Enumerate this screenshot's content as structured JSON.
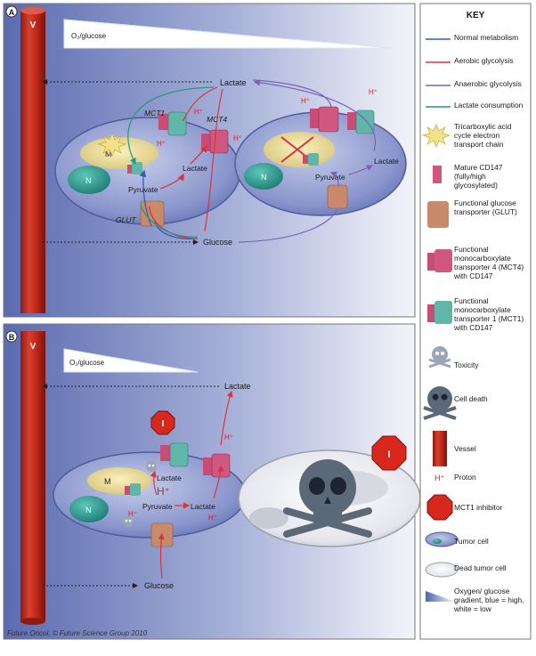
{
  "panelA": {
    "label": "A",
    "vessel_label": "V",
    "gradient_label": "O₂/glucose",
    "lactate_label": "Lactate",
    "mct1_label": "MCT1",
    "mct4_label": "MCT4",
    "proton_label": "H⁺",
    "m_label": "M",
    "n_label": "N",
    "pyruvate_label": "Pyruvate",
    "lactate_inner_label": "Lactate",
    "glut_label": "GLUT",
    "glucose_label": "Glucose"
  },
  "panelB": {
    "label": "B",
    "vessel_label": "V",
    "gradient_label": "O₂/glucose",
    "lactate_label": "Lactate",
    "inhibitor_label": "I",
    "proton_label": "H⁺",
    "m_label": "M",
    "n_label": "N",
    "lactate_inner_label": "Lactate",
    "pyruvate_label": "Pyruvate",
    "lactate_inner2_label": "Lactate",
    "glucose_label": "Glucose",
    "credit": "Future Oncol. © Future Science Group 2010"
  },
  "key": {
    "title": "KEY",
    "items": {
      "normal": "Normal metabolism",
      "aerobic": "Aerobic glycolysis",
      "anaerobic": "Anaerobic glycolysis",
      "lactate_consumption": "Lactate consumption",
      "tca": "Tricarboxylic acid cycle electron transport chain",
      "cd147": "Mature CD147 (fully/high glycosylated)",
      "glut": "Functional glucose transporter (GLUT)",
      "mct4": "Functional monocarboxylate transporter 4 (MCT4) with CD147",
      "mct1": "Functional monocarboxylate transporter 1 (MCT1) with CD147",
      "toxicity": "Toxicity",
      "cell_death": "Cell death",
      "vessel": "Vessel",
      "proton": "Proton",
      "proton_symbol": "H⁺",
      "inhibitor": "MCT1 inhibitor",
      "tumor_cell": "Tumor cell",
      "dead_tumor_cell": "Dead tumor cell",
      "gradient": "Oxygen/ glucose gradient, blue = high, white = low"
    }
  },
  "colors": {
    "normal": "#2f5fb8",
    "aerobic": "#d9333b",
    "anaerobic": "#7c62b4",
    "lactate_consumption": "#1f9a7e",
    "vessel": "#c0241a",
    "inhibitor": "#d8281e",
    "cd147": "#d0577f",
    "glut": "#c98a6c",
    "mct1": "#5fb6a9"
  }
}
